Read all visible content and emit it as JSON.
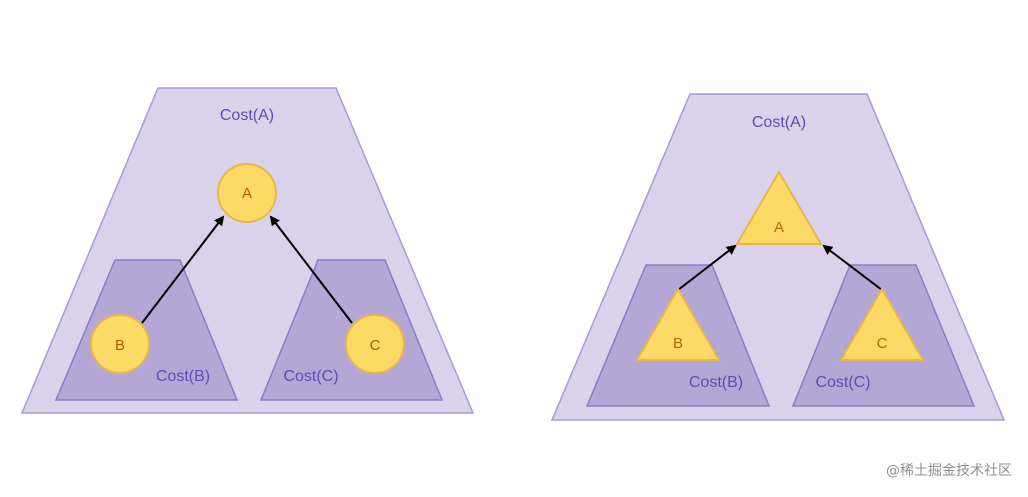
{
  "left_diagram": {
    "parent_cost": "Cost(A)",
    "left_child_cost": "Cost(B)",
    "right_child_cost": "Cost(C)",
    "node_a": "A",
    "node_b": "B",
    "node_c": "C"
  },
  "right_diagram": {
    "parent_cost": "Cost(A)",
    "left_child_cost": "Cost(B)",
    "right_child_cost": "Cost(C)",
    "node_a": "A",
    "node_b": "B",
    "node_c": "C"
  },
  "watermark": "@稀土掘金技术社区",
  "colors": {
    "outer_fill": "#d9d2ea",
    "outer_stroke": "#a89ad2",
    "inner_fill": "#b3a7d6",
    "inner_stroke": "#8b7dc3",
    "node_fill": "#ffd966",
    "node_stroke": "#e6b84a",
    "text": "#5b4eb0",
    "arrow": "#000000"
  }
}
